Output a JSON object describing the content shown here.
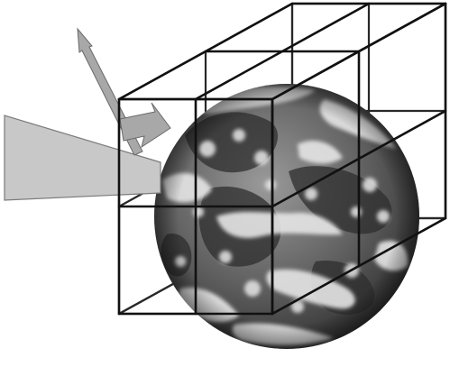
{
  "diagram": {
    "subject": "earth-in-grid-box",
    "grid": {
      "divisions_per_axis": 2,
      "line_color": "#111111"
    },
    "globe": {
      "ocean_color": "#5a5a5a",
      "land_color": "#2e2e2e",
      "cloud_color": "#e6e6e6"
    },
    "incoming_radiation": {
      "fill_color": "#c8c8c8",
      "stroke_color": "#7a7a7a"
    },
    "arrows": {
      "fill_color": "#a8a8a8",
      "stroke_color": "#6a6a6a",
      "items": [
        "reflected-arrow",
        "emitted-arrow"
      ]
    }
  }
}
